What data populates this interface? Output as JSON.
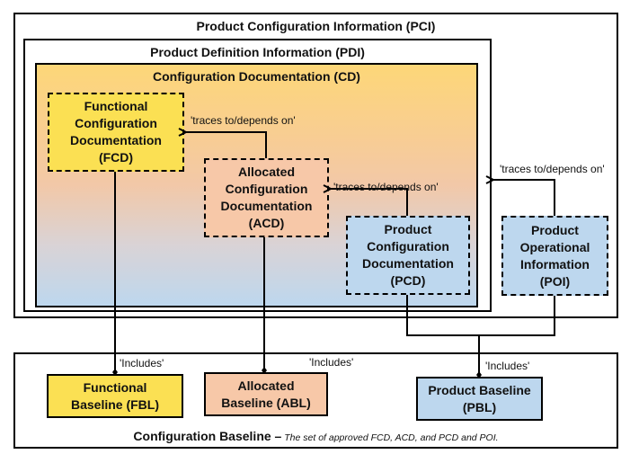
{
  "containers": {
    "pci": {
      "title": "Product Configuration Information (PCI)"
    },
    "pdi": {
      "title": "Product Definition Information (PDI)"
    },
    "cd": {
      "title": "Configuration Documentation (CD)",
      "gradient_colors": [
        "#fdd778",
        "#f2c8a8",
        "#bdd7ee"
      ]
    }
  },
  "nodes": {
    "fcd": {
      "label": "Functional\nConfiguration\nDocumentation\n(FCD)",
      "color": "#fbe053"
    },
    "acd": {
      "label": "Allocated\nConfiguration\nDocumentation\n(ACD)",
      "color": "#f7c8a8"
    },
    "pcd": {
      "label": "Product\nConfiguration\nDocumentation\n(PCD)",
      "color": "#bdd7ee"
    },
    "poi": {
      "label": "Product\nOperational\nInformation\n(POI)",
      "color": "#bdd7ee"
    },
    "fbl": {
      "label": "Functional\nBaseline (FBL)",
      "color": "#fbe053"
    },
    "abl": {
      "label": "Allocated\nBaseline (ABL)",
      "color": "#f7c8a8"
    },
    "pbl": {
      "label": "Product Baseline\n(PBL)",
      "color": "#bdd7ee"
    }
  },
  "edge_labels": {
    "acd_to_fcd": "'traces to/depends on'",
    "pcd_to_acd": "'traces to/depends on'",
    "poi_to_pdi": "'traces to/depends on'",
    "fbl_includes": "'Includes'",
    "abl_includes": "'Includes'",
    "pbl_includes": "'Includes'"
  },
  "baseline": {
    "title": "Configuration Baseline –",
    "description": " The set of approved FCD, ACD, and PCD and POI."
  }
}
